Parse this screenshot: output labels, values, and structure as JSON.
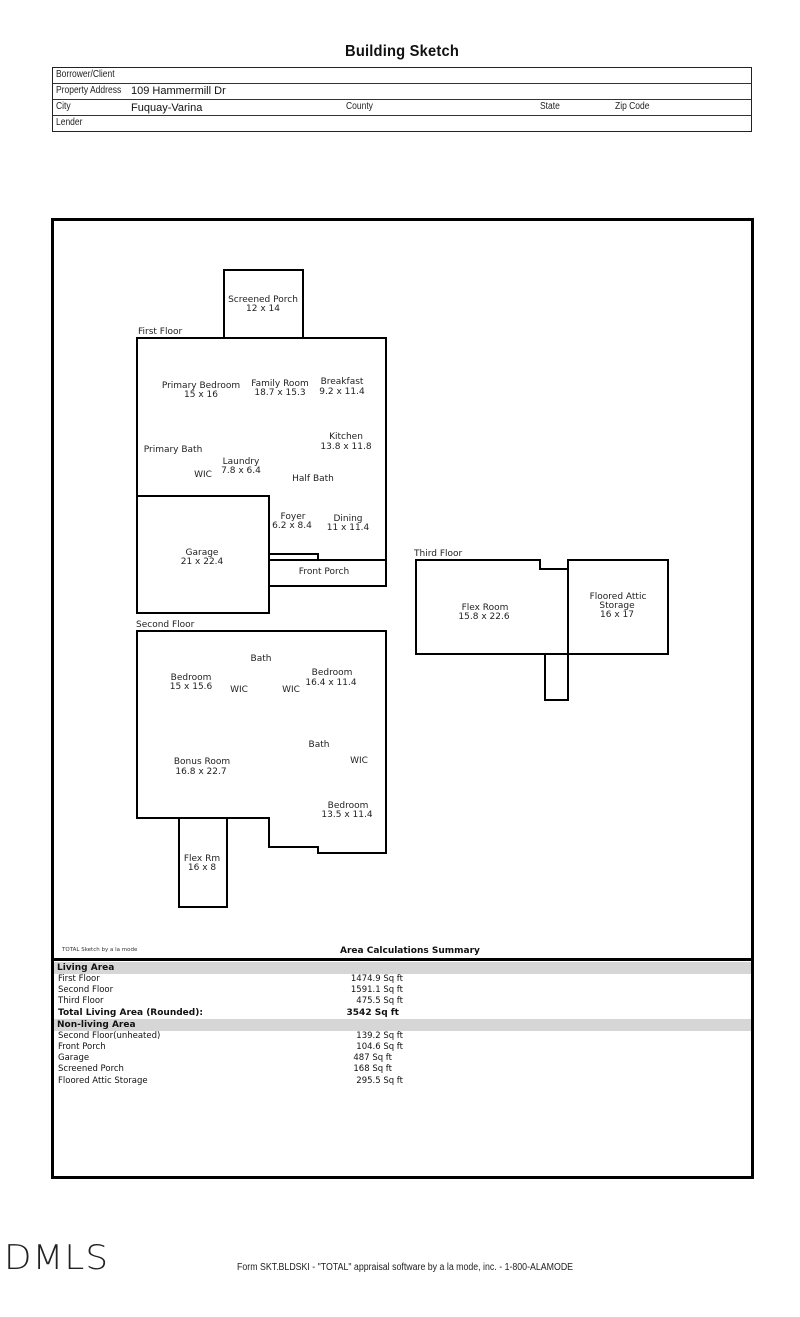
{
  "page": {
    "title": "Building Sketch"
  },
  "header": {
    "borrower_label": "Borrower/Client",
    "borrower_value": "",
    "address_label": "Property Address",
    "address_value": "109 Hammermill Dr",
    "city_label": "City",
    "city_value": "Fuquay-Varina",
    "county_label": "County",
    "county_value": "",
    "state_label": "State",
    "state_value": "",
    "zip_label": "Zip Code",
    "zip_value": "",
    "lender_label": "Lender",
    "lender_value": ""
  },
  "sketch": {
    "floors": {
      "first": "First Floor",
      "second": "Second Floor",
      "third": "Third Floor"
    },
    "rooms": {
      "screened_porch": {
        "name": "Screened Porch",
        "dims": "12 x 14"
      },
      "primary_bedroom": {
        "name": "Primary Bedroom",
        "dims": "15 x 16"
      },
      "family_room": {
        "name": "Family Room",
        "dims": "18.7 x 15.3"
      },
      "breakfast": {
        "name": "Breakfast",
        "dims": "9.2 x 11.4"
      },
      "kitchen": {
        "name": "Kitchen",
        "dims": "13.8 x 11.8"
      },
      "primary_bath": {
        "name": "Primary Bath"
      },
      "laundry": {
        "name": "Laundry",
        "dims": "7.8 x 6.4"
      },
      "wic_first": {
        "name": "WIC"
      },
      "half_bath": {
        "name": "Half Bath"
      },
      "foyer": {
        "name": "Foyer",
        "dims": "6.2 x 8.4"
      },
      "dining": {
        "name": "Dining",
        "dims": "11 x 11.4"
      },
      "garage": {
        "name": "Garage",
        "dims": "21 x 22.4"
      },
      "front_porch": {
        "name": "Front Porch"
      },
      "bath_upper_1": {
        "name": "Bath"
      },
      "bedroom_2": {
        "name": "Bedroom",
        "dims": "15 x 15.6"
      },
      "wic_2a": {
        "name": "WIC"
      },
      "wic_2b": {
        "name": "WIC"
      },
      "bedroom_3": {
        "name": "Bedroom",
        "dims": "16.4 x 11.4"
      },
      "bath_upper_2": {
        "name": "Bath"
      },
      "wic_2c": {
        "name": "WIC"
      },
      "bonus_room": {
        "name": "Bonus Room",
        "dims": "16.8 x 22.7"
      },
      "bedroom_4": {
        "name": "Bedroom",
        "dims": "13.5 x 11.4"
      },
      "flex_rm": {
        "name": "Flex Rm",
        "dims": "16 x 8"
      },
      "flex_room": {
        "name": "Flex Room",
        "dims": "15.8 x 22.6"
      },
      "attic_storage": {
        "name1": "Floored Attic",
        "name2": "Storage",
        "dims": "16 x 17"
      }
    },
    "credit": "TOTAL Sketch by a la mode"
  },
  "summary": {
    "title": "Area Calculations Summary",
    "living_header": "Living Area",
    "living_rows": [
      {
        "label": "First Floor",
        "value": "1474.9 Sq ft"
      },
      {
        "label": "Second Floor",
        "value": "1591.1 Sq ft"
      },
      {
        "label": "Third Floor",
        "value": "475.5 Sq ft"
      }
    ],
    "total_label": "Total Living Area (Rounded):",
    "total_value": "3542 Sq ft",
    "nonliving_header": "Non-living Area",
    "nonliving_rows": [
      {
        "label": "Second Floor(unheated)",
        "value": "139.2 Sq ft"
      },
      {
        "label": "Front Porch",
        "value": "104.6 Sq ft"
      },
      {
        "label": "Garage",
        "value": "487 Sq ft"
      },
      {
        "label": "Screened Porch",
        "value": "168 Sq ft"
      },
      {
        "label": "Floored Attic Storage",
        "value": "295.5 Sq ft"
      }
    ]
  },
  "footer": {
    "logo": "DMLS",
    "form_text": "Form SKT.BLDSKI - \"TOTAL\" appraisal software by a la mode, inc. - 1-800-ALAMODE"
  }
}
